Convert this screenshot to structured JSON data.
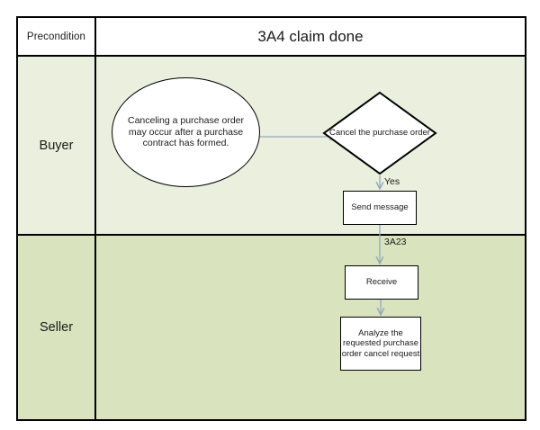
{
  "header": {
    "precondition_label": "Precondition",
    "title": "3A4 claim done"
  },
  "lanes": [
    {
      "id": "buyer",
      "label": "Buyer",
      "color": "#ebefdd"
    },
    {
      "id": "seller",
      "label": "Seller",
      "color": "#d9e3be"
    }
  ],
  "nodes": {
    "note": {
      "type": "ellipse",
      "text": "Canceling a purchase order may occur after a purchase contract has formed."
    },
    "decision": {
      "type": "diamond",
      "text": "Cancel the purchase order"
    },
    "send_message": {
      "type": "process",
      "text": "Send message"
    },
    "receive": {
      "type": "process",
      "text": "Receive"
    },
    "analyze": {
      "type": "process",
      "text": "Analyze the requested purchase order cancel request"
    }
  },
  "edges": {
    "note_to_decision": {
      "label": ""
    },
    "decision_to_send": {
      "label": "Yes"
    },
    "send_to_receive": {
      "label": "3A23"
    },
    "receive_to_analyze": {
      "label": ""
    }
  },
  "colors": {
    "connector": "#8faabe",
    "border": "#000000",
    "shape_fill": "#ffffff",
    "lane_buyer": "#ebefdd",
    "lane_seller": "#d9e3be"
  }
}
